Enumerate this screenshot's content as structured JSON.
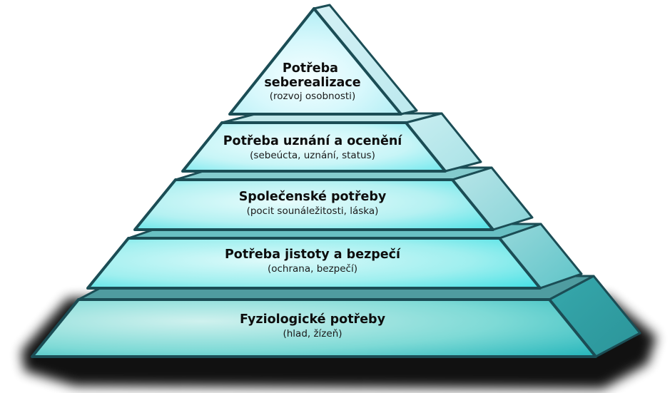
{
  "diagram": {
    "kind": "needs-pyramid",
    "levels_count": 5
  },
  "levels": [
    {
      "rank": 1,
      "heading_lines": [
        "Potřeba",
        "seberealizace"
      ],
      "subtitle": "(rozvoj osobnosti)"
    },
    {
      "rank": 2,
      "heading_lines": [
        "Potřeba uznání a ocenění"
      ],
      "subtitle": "(sebeúcta, uznání, status)"
    },
    {
      "rank": 3,
      "heading_lines": [
        "Společenské potřeby"
      ],
      "subtitle": "(pocit sounáležitosti, láska)"
    },
    {
      "rank": 4,
      "heading_lines": [
        "Potřeba jistoty a bezpečí"
      ],
      "subtitle": "(ochrana, bezpečí)"
    },
    {
      "rank": 5,
      "heading_lines": [
        "Fyziologické potřeby"
      ],
      "subtitle": "(hlad, žízeň)"
    }
  ],
  "palette": {
    "outline": "#1b4d55",
    "text": "#0d0d0d",
    "shadow": "#000000",
    "highlight_center": "#f2feff",
    "level_edge_colors": [
      "#a6ebf2",
      "#5fe6ec",
      "#3fe0e5",
      "#2adce2",
      "#1fb3b9"
    ],
    "level_side_colors": [
      "#c9eef2",
      "#b9e8ec",
      "#9fdce0",
      "#7bcdd1",
      "#2f9ea3"
    ],
    "level_top_strip_colors": [
      "#c0e8ea",
      "#84cbcd",
      "#69c0c3",
      "#4f9ca0"
    ]
  }
}
